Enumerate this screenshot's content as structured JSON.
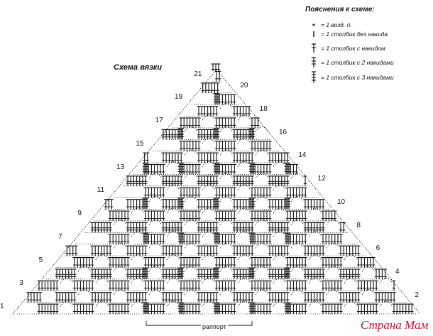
{
  "legend": {
    "title": "Пояснения к схеме:",
    "items": [
      {
        "symbol": "chain",
        "text": "= 1 возд. п."
      },
      {
        "symbol": "sc",
        "text": "= 1 столбик без накида"
      },
      {
        "symbol": "dc",
        "text": "= 1 столбик с накидом"
      },
      {
        "symbol": "tr",
        "text": "= 1 столбик с 2 накидами"
      },
      {
        "symbol": "dtr",
        "text": "= 1 столбик с 3 накидами"
      }
    ]
  },
  "scheme_title": "Схема вязки",
  "rows_left": [
    "1",
    "3",
    "5",
    "7",
    "9",
    "11",
    "13",
    "15",
    "17",
    "19",
    "21"
  ],
  "rows_right": [
    "2",
    "4",
    "6",
    "8",
    "10",
    "12",
    "14",
    "16",
    "18",
    "20"
  ],
  "rapport_label": "раппорт",
  "watermark": "Страна Мам",
  "colors": {
    "ink": "#111111",
    "watermark": "#d10d2e"
  }
}
